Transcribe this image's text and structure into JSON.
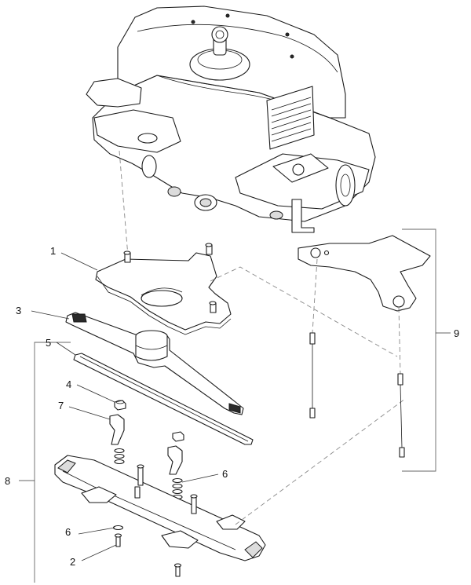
{
  "callouts": [
    {
      "id": "c1",
      "label": "1"
    },
    {
      "id": "c2",
      "label": "2"
    },
    {
      "id": "c3",
      "label": "3"
    },
    {
      "id": "c4",
      "label": "4"
    },
    {
      "id": "c5",
      "label": "5"
    },
    {
      "id": "c6a",
      "label": "6"
    },
    {
      "id": "c6b",
      "label": "6"
    },
    {
      "id": "c7",
      "label": "7"
    },
    {
      "id": "c8",
      "label": "8"
    },
    {
      "id": "c9",
      "label": "9"
    }
  ]
}
